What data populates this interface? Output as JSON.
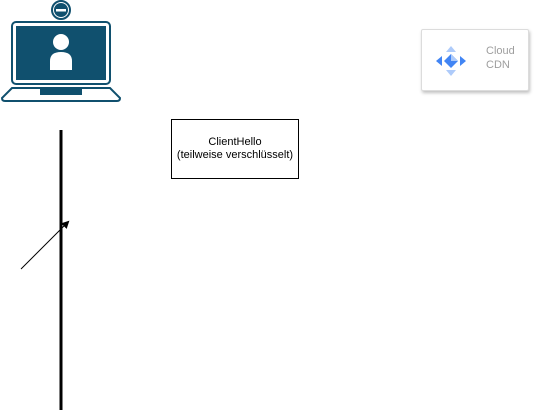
{
  "message": {
    "line1": "ClientHello",
    "line2": "(teilweise verschlüsselt)"
  },
  "cdn": {
    "line1": "Cloud",
    "line2": "CDN",
    "icon": "cloud-cdn-icon"
  },
  "client": {
    "icon": "laptop-user-icon"
  },
  "colors": {
    "laptop": "#10506e",
    "cdn_blue": "#4285f4",
    "cdn_light_blue": "#aecbfa",
    "cdn_text": "#9e9e9e",
    "line": "#000000"
  }
}
